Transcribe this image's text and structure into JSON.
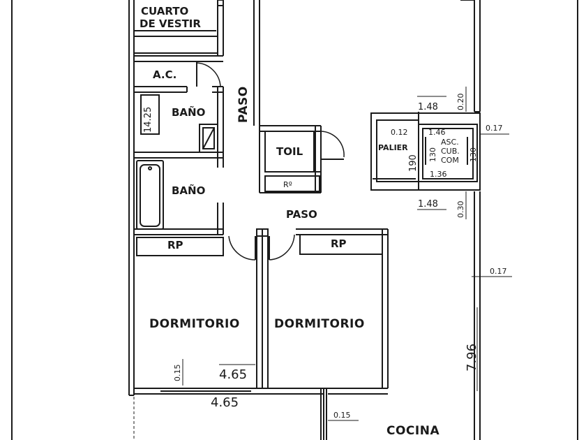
{
  "rooms": {
    "walk_in_closet_line1": "CUARTO",
    "walk_in_closet_line2": "DE VESTIR",
    "ac": "A.C.",
    "bath_upper": "BAÑO",
    "bath_lower": "BAÑO",
    "hall_vertical": "PASO",
    "toilet": "TOIL",
    "rp_small": "Rº",
    "hall_horizontal": "PASO",
    "palier": "PALIER",
    "elevator_line1": "ASC.",
    "elevator_line2": "CUB.",
    "elevator_line3": "COM",
    "rp_left": "RP",
    "rp_right": "RP",
    "bedroom_left": "DORMITORIO",
    "bedroom_right": "DORMITORIO",
    "kitchen": "COCINA"
  },
  "dimensions": {
    "bath_height": "14.25",
    "upper_width": "1.48",
    "upper_wall": "0.20",
    "right_wall_top": "0.17",
    "palier_wall": "0.12",
    "elevator_width": "1.46",
    "elevator_depth_left": "130",
    "elevator_depth_right": "130",
    "palier_depth": "190",
    "elevator_bottom": "1.36",
    "lower_width": "1.48",
    "lower_wall": "0.30",
    "right_wall_mid": "0.17",
    "right_height": "7.96",
    "bedroom_wall": "0.15",
    "bedroom_width_inner": "4.65",
    "bedroom_width_outer": "4.65",
    "kitchen_wall": "0.15"
  }
}
